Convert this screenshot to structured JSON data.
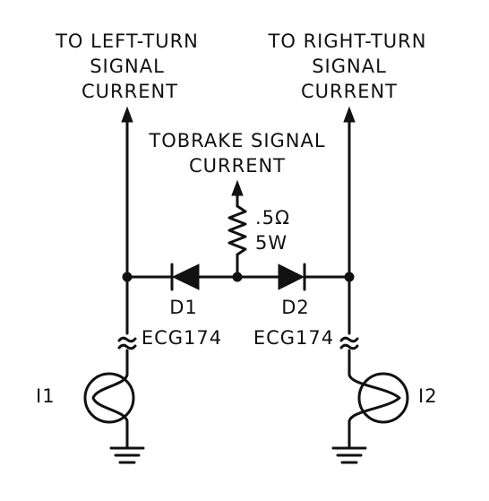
{
  "labels": {
    "left_turn": [
      "TO LEFT-TURN",
      "SIGNAL",
      "CURRENT"
    ],
    "right_turn": [
      "TO RIGHT-TURN",
      "SIGNAL",
      "CURRENT"
    ],
    "brake": [
      "TOBRAKE SIGNAL",
      "CURRENT"
    ],
    "resistor_value": ".5Ω",
    "resistor_power": "5W",
    "d1_name": "D1",
    "d1_part": "ECG174",
    "d2_name": "D2",
    "d2_part": "ECG174",
    "lamp1": "I1",
    "lamp2": "I2"
  }
}
